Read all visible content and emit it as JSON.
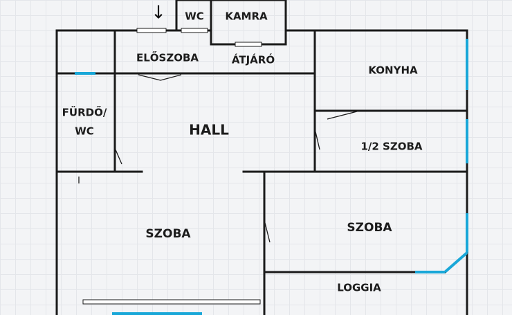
{
  "colors": {
    "wall": "#1a1a1a",
    "window": "#19a7d8",
    "background": "#f3f4f6"
  },
  "rooms": {
    "wc_small": "WC",
    "kamra": "KAMRA",
    "eloszoba": "ELŐSZOBA",
    "atjaro": "ÁTJÁRÓ",
    "konyha": "KONYHA",
    "furdo_line1": "FÜRDŐ/",
    "furdo_line2": "WC",
    "hall": "HALL",
    "half_szoba": "1/2 SZOBA",
    "szoba_left": "SZOBA",
    "szoba_right": "SZOBA",
    "loggia": "LOGGIA"
  },
  "entrance_arrow": "↓"
}
